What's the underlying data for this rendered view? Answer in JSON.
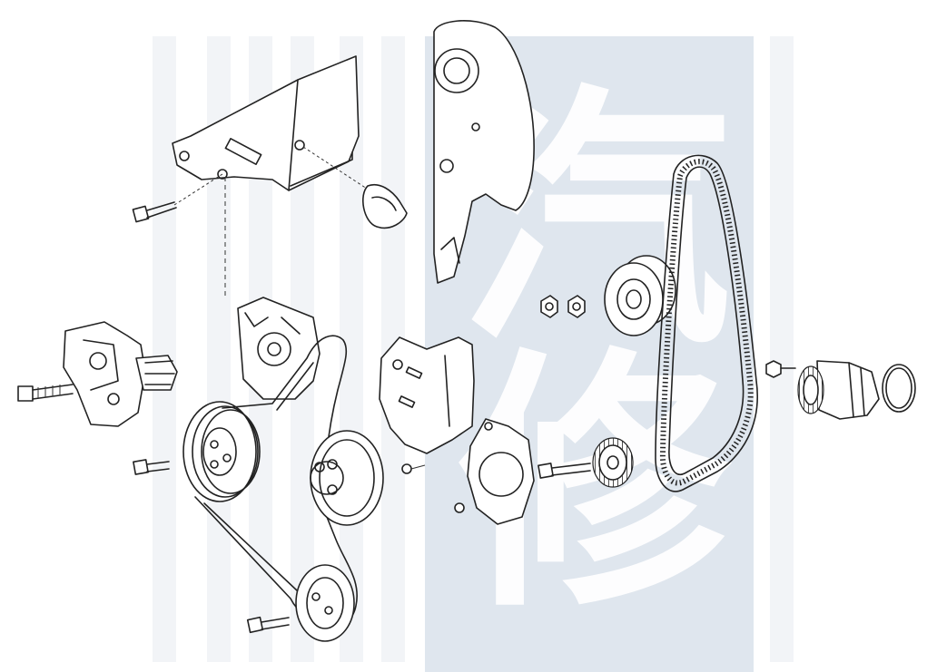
{
  "watermark": {
    "glyph_top": "汽",
    "glyph_bottom": "修",
    "panel_color": "#dfe6ee"
  },
  "diagram": {
    "type": "exploded-view",
    "subject": "timing-belt-and-accessory-drive",
    "line_color": "#222222"
  }
}
